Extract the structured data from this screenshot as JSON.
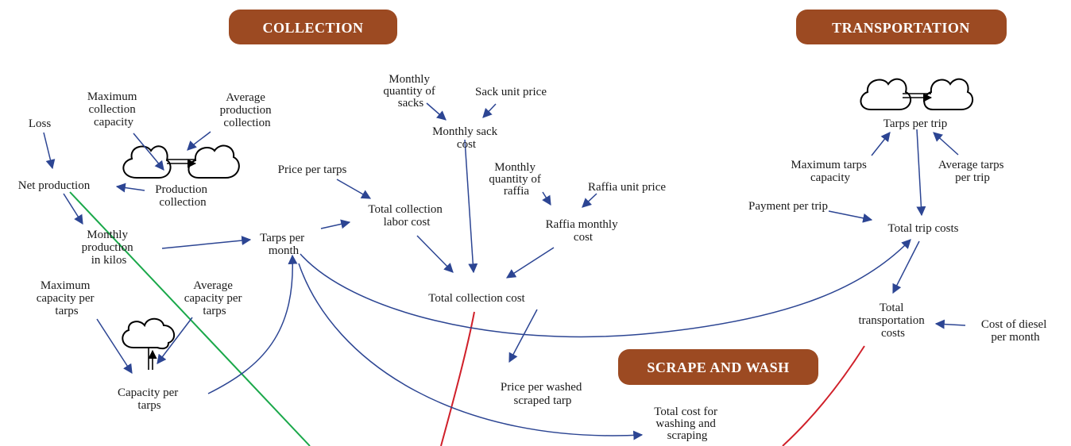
{
  "colors": {
    "header_bg": "#9c4a22",
    "arrow": "#2c4593",
    "green_line": "#1aa84a",
    "red_line": "#d0202a"
  },
  "headers": {
    "collection": "COLLECTION",
    "transportation": "TRANSPORTATION",
    "scrape_wash": "SCRAPE AND WASH"
  },
  "icons": [
    "cloud-icon",
    "flow-valve-icon"
  ],
  "nodes": {
    "loss": [
      "Loss"
    ],
    "max_collection_capacity": [
      "Maximum",
      "collection",
      "capacity"
    ],
    "avg_production_collection": [
      "Average",
      "production",
      "collection"
    ],
    "net_production": [
      "Net production"
    ],
    "production_collection": [
      "Production",
      "collection"
    ],
    "monthly_production_kilos": [
      "Monthly",
      "production",
      "in kilos"
    ],
    "max_capacity_per_tarps": [
      "Maximum",
      "capacity per",
      "tarps"
    ],
    "avg_capacity_per_tarps": [
      "Average",
      "capacity per",
      "tarps"
    ],
    "capacity_per_tarps": [
      "Capacity per",
      "tarps"
    ],
    "tarps_per_month": [
      "Tarps per",
      "month"
    ],
    "price_per_tarps": [
      "Price per tarps"
    ],
    "total_collection_labor_cost": [
      "Total collection",
      "labor cost"
    ],
    "monthly_quantity_sacks": [
      "Monthly",
      "quantity of",
      "sacks"
    ],
    "sack_unit_price": [
      "Sack unit price"
    ],
    "monthly_sack_cost": [
      "Monthly sack",
      "cost"
    ],
    "monthly_quantity_raffia": [
      "Monthly",
      "quantity of",
      "raffia"
    ],
    "raffia_unit_price": [
      "Raffia unit price"
    ],
    "raffia_monthly_cost": [
      "Raffia monthly",
      "cost"
    ],
    "total_collection_cost": [
      "Total collection cost"
    ],
    "price_per_washed_scraped_tarp": [
      "Price per washed",
      "scraped tarp"
    ],
    "total_cost_washing_scraping": [
      "Total cost for",
      "washing and",
      "scraping"
    ],
    "tarps_per_trip": [
      "Tarps per trip"
    ],
    "max_tarps_capacity": [
      "Maximum tarps",
      "capacity"
    ],
    "avg_tarps_per_trip": [
      "Average tarps",
      "per trip"
    ],
    "payment_per_trip": [
      "Payment per trip"
    ],
    "total_trip_costs": [
      "Total trip costs"
    ],
    "total_transportation_costs": [
      "Total",
      "transportation",
      "costs"
    ],
    "cost_of_diesel": [
      "Cost of diesel",
      "per month"
    ]
  }
}
